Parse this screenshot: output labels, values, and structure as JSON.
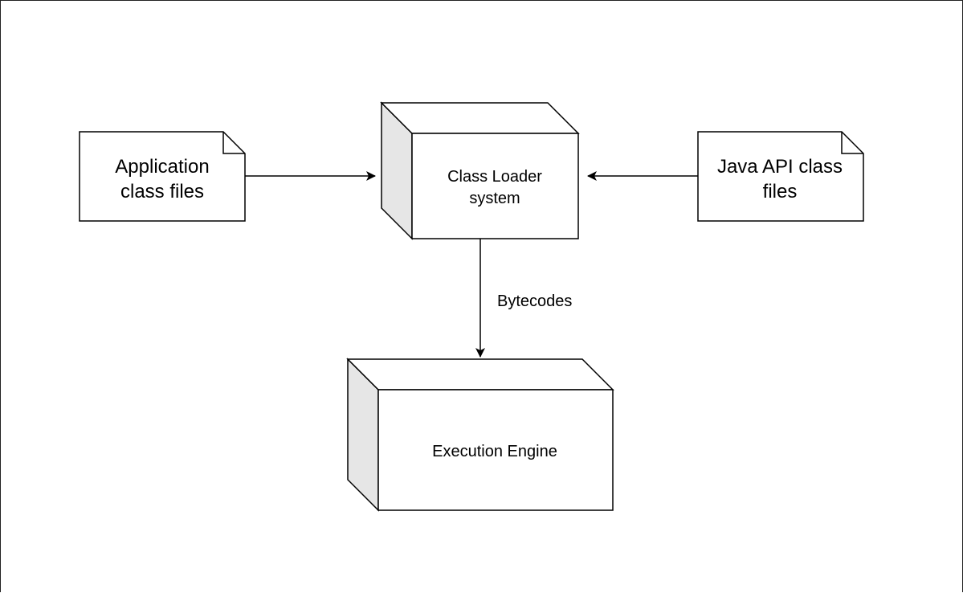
{
  "diagram": {
    "nodes": {
      "app_files": {
        "line1": "Application",
        "line2": "class files"
      },
      "class_loader": {
        "line1": "Class Loader",
        "line2": "system"
      },
      "java_api_files": {
        "line1": "Java API class",
        "line2": "files"
      },
      "execution_engine": {
        "label": "Execution Engine"
      }
    },
    "edges": {
      "bytecodes_label": "Bytecodes"
    }
  },
  "colors": {
    "stroke": "#000000",
    "box_fill": "#ffffff",
    "cube_side_fill": "#e6e6e6"
  }
}
